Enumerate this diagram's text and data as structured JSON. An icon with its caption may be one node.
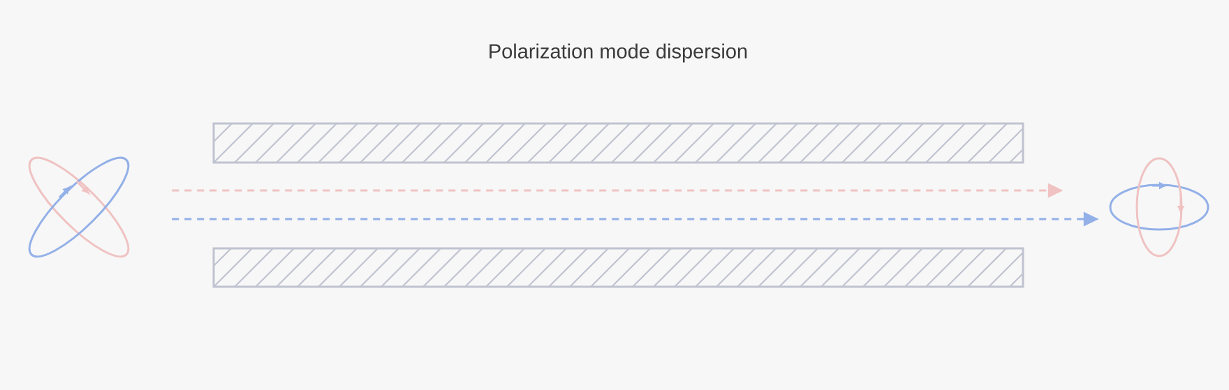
{
  "diagram": {
    "title": "Polarization mode dispersion",
    "nodes": [
      {
        "text": [],
        "shape": "ellipse"
      },
      {
        "text": [],
        "shape": "ellipse"
      }
    ],
    "edges": [
      {
        "from": 0,
        "to": 1,
        "arrow": "to",
        "style": "dashed",
        "color": "#f0c2c2"
      },
      {
        "from": 0,
        "to": 1,
        "arrow": "to",
        "style": "dashed",
        "color": "#93b0e8"
      }
    ]
  }
}
